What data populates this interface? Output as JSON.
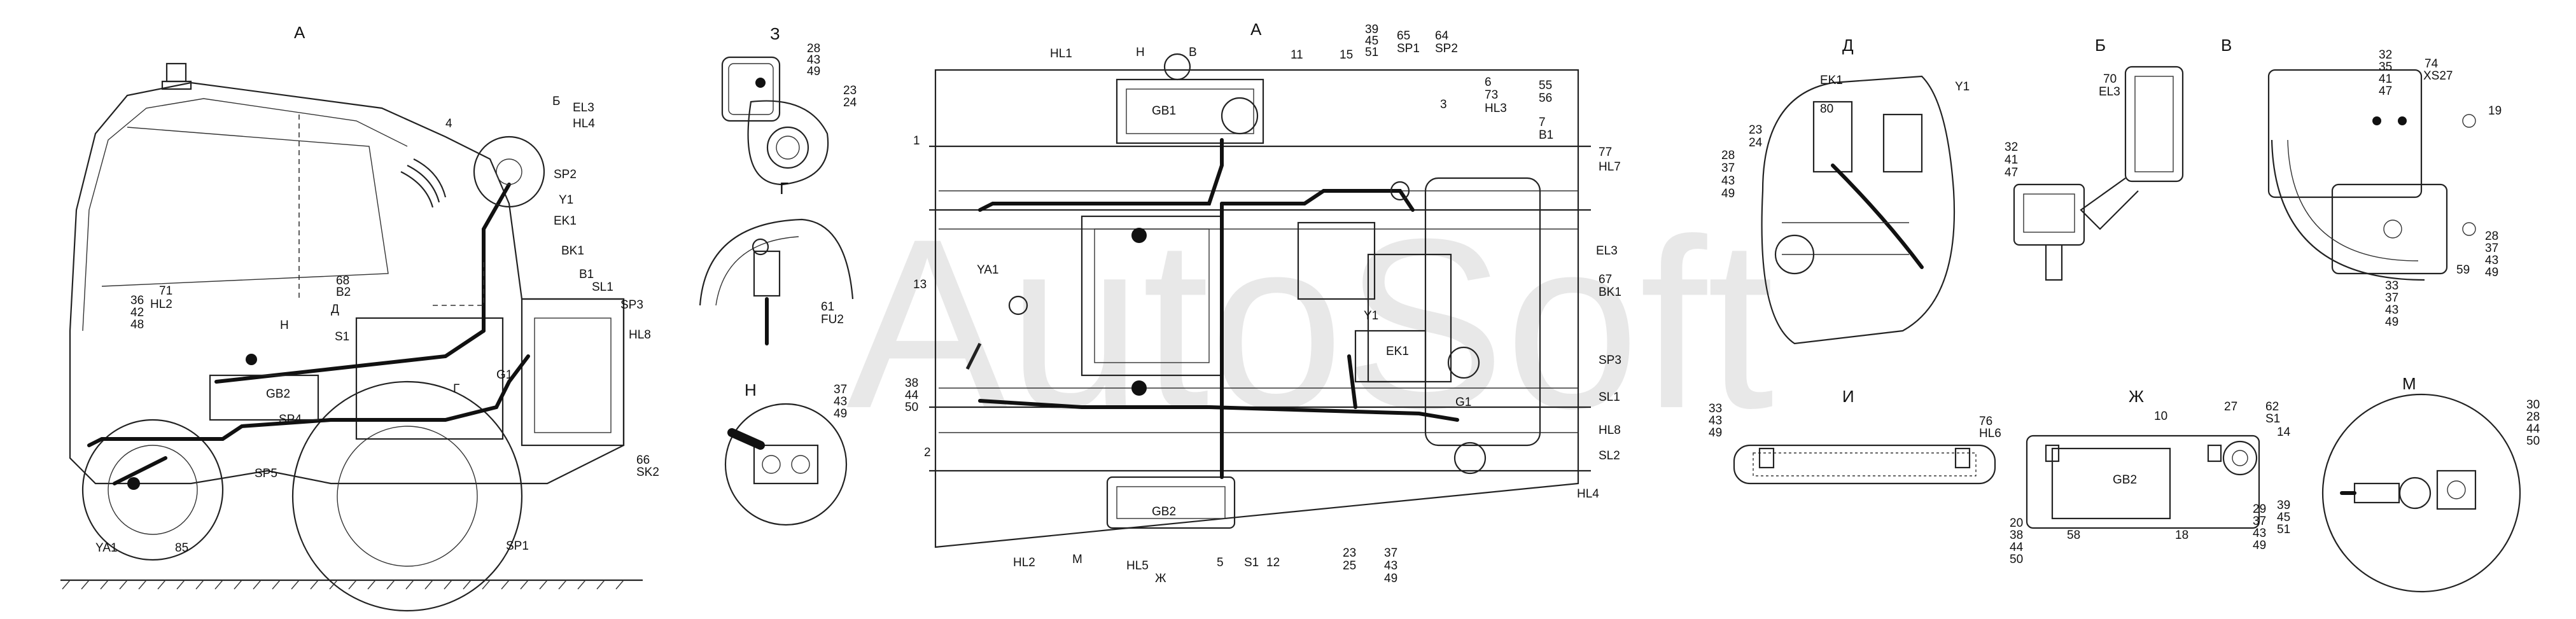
{
  "main_view": {
    "title": "А",
    "labels": [
      "HL1",
      "Н",
      "В",
      "GB1",
      "11",
      "15",
      "39",
      "45",
      "51",
      "65",
      "SP1",
      "64",
      "SP2",
      "6",
      "73",
      "HL3",
      "55",
      "56",
      "7",
      "B1",
      "3",
      "77",
      "HL7",
      "1",
      "13",
      "YA1",
      "38",
      "44",
      "50",
      "2",
      "EL3",
      "67",
      "BK1",
      "Y1",
      "EK1",
      "SP3",
      "G1",
      "SL1",
      "HL8",
      "SL2",
      "HL4",
      "HL2",
      "M",
      "GB2",
      "5",
      "S1",
      "12",
      "23",
      "25",
      "37",
      "43",
      "49",
      "HL5",
      "Ж"
    ]
  },
  "side_view": {
    "top_label": "А",
    "labels": [
      "Б",
      "EL3",
      "HL4",
      "4",
      "SP2",
      "Y1",
      "EK1",
      "BK1",
      "B1",
      "SL1",
      "SP3",
      "HL8",
      "68",
      "B2",
      "71",
      "HL2",
      "36",
      "42",
      "48",
      "Н",
      "Д",
      "S1",
      "G1",
      "Г",
      "GB2",
      "SP4",
      "SP5",
      "66",
      "SK2",
      "YA1",
      "85",
      "SP1"
    ]
  },
  "detail_z": {
    "title": "З",
    "labels": [
      "28",
      "43",
      "49",
      "23",
      "24"
    ]
  },
  "detail_g": {
    "title": "Г",
    "labels": [
      "61",
      "FU2"
    ]
  },
  "detail_n": {
    "title": "Н",
    "labels": [
      "37",
      "43",
      "49"
    ]
  },
  "detail_d": {
    "title": "Д",
    "labels": [
      "EK1",
      "Y1",
      "80",
      "23",
      "24",
      "28",
      "37",
      "43",
      "49"
    ]
  },
  "detail_b": {
    "title": "Б",
    "labels": [
      "70",
      "EL3",
      "32",
      "41",
      "47"
    ]
  },
  "detail_v": {
    "title": "В",
    "labels": [
      "32",
      "35",
      "41",
      "47",
      "74",
      "XS27",
      "19",
      "28",
      "37",
      "43",
      "49",
      "33",
      "37",
      "43",
      "49",
      "59"
    ]
  },
  "detail_i": {
    "title": "И",
    "labels": [
      "33",
      "43",
      "49",
      "76",
      "HL6"
    ]
  },
  "detail_zh": {
    "title": "Ж",
    "labels": [
      "10",
      "27",
      "62",
      "S1",
      "14",
      "GB2",
      "20",
      "38",
      "44",
      "50",
      "58",
      "18",
      "39",
      "45",
      "51",
      "29",
      "37",
      "43",
      "49"
    ]
  },
  "detail_m": {
    "title": "М",
    "labels": [
      "30",
      "28",
      "44",
      "50"
    ]
  },
  "watermark": "AutoSoft"
}
